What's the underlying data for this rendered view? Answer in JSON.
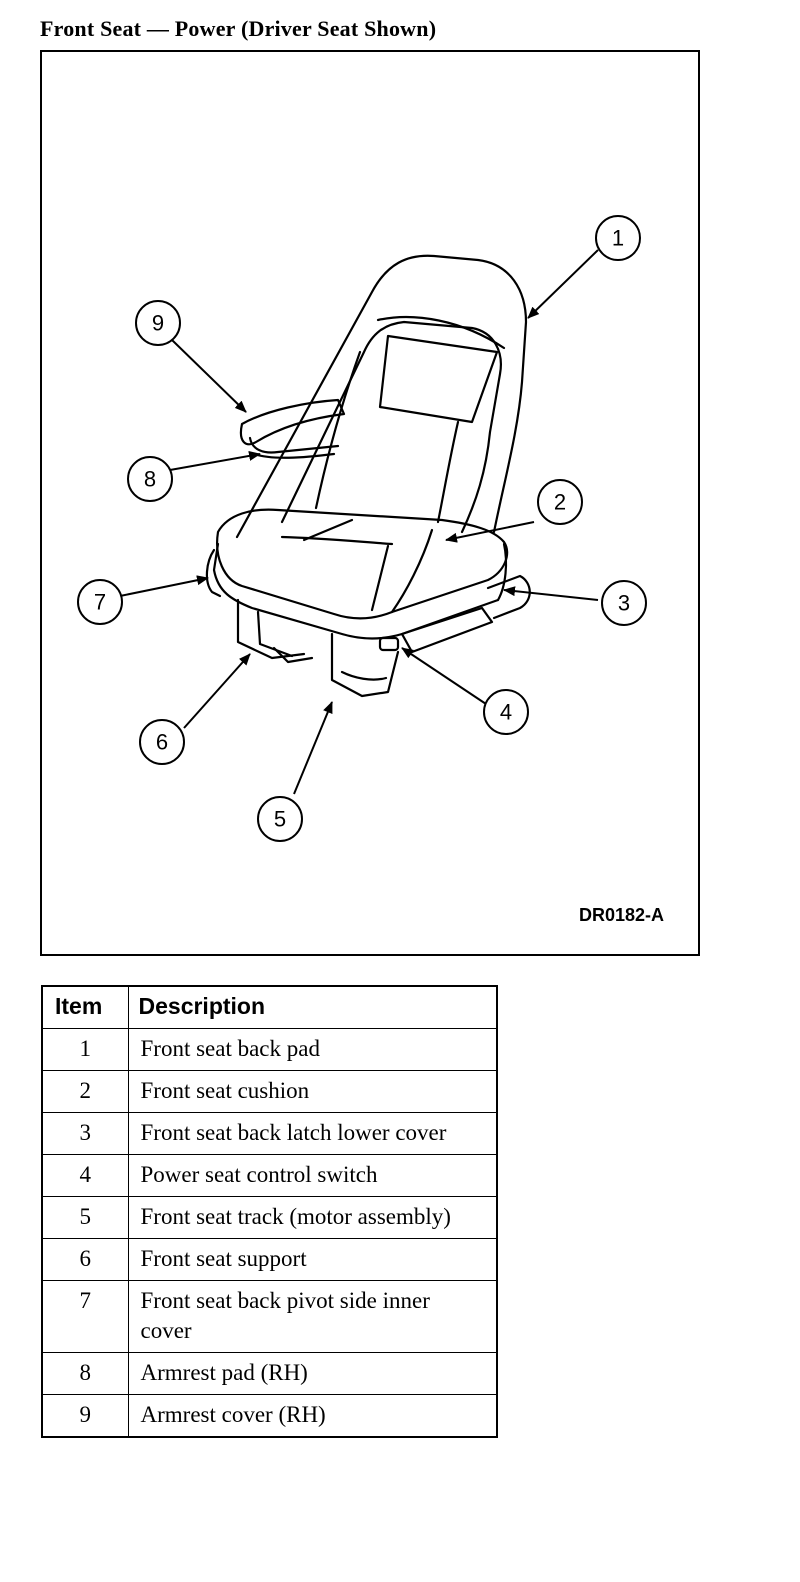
{
  "title": "Front Seat — Power (Driver Seat Shown)",
  "figure": {
    "code": "DR0182-A",
    "callouts": [
      "1",
      "2",
      "3",
      "4",
      "5",
      "6",
      "7",
      "8",
      "9"
    ]
  },
  "table": {
    "headers": {
      "item": "Item",
      "description": "Description"
    },
    "rows": [
      {
        "item": "1",
        "description": "Front seat back pad"
      },
      {
        "item": "2",
        "description": "Front seat cushion"
      },
      {
        "item": "3",
        "description": "Front seat back latch lower cover"
      },
      {
        "item": "4",
        "description": "Power seat control switch"
      },
      {
        "item": "5",
        "description": "Front seat track (motor assembly)"
      },
      {
        "item": "6",
        "description": "Front seat support"
      },
      {
        "item": "7",
        "description": "Front seat back pivot side inner cover"
      },
      {
        "item": "8",
        "description": "Armrest pad (RH)"
      },
      {
        "item": "9",
        "description": "Armrest cover (RH)"
      }
    ]
  }
}
